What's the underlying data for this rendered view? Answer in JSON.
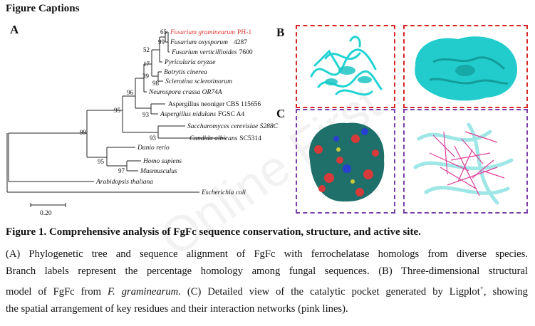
{
  "heading": "Figure Captions",
  "panels": {
    "a": "A",
    "b": "B",
    "c": "C"
  },
  "tree": {
    "taxa": {
      "fusarium_graminearum": "Fusarium graminearum",
      "fusarium_graminearum_strain": "PH-1",
      "fusarium_oxysporum": "Fusarium oxysporum",
      "fusarium_oxysporum_strain": "4287",
      "fusarium_verticillioides": "Fusarium verticillioides",
      "fusarium_verticillioides_strain": "7600",
      "pyricularia_oryzae": "Pyricularia oryzae",
      "botrytis_cinerea": "Botrytis cinerea",
      "sclerotinia": "Sclerotina sclerotinorum",
      "neurospora": "Neurospora crassa OR74A",
      "aspergillus_neoniger": "Aspergillus neoniger CBS 115656",
      "aspergillus_nidulans": "Aspergillus nidulans",
      "aspergillus_nidulans_strain": "FGSC A4",
      "saccharomyces": "Saccharomyces cerevisiae S288C",
      "candida": "Candida albicans",
      "candida_strain": "SC5314",
      "danio": "Danio rerio",
      "homo": "Homo sapiens",
      "mus": "Musmusculus",
      "arabidopsis": "Arabidopsis thaliana",
      "escherichia": "Escherichia coli"
    },
    "bootstrap": {
      "b65": "65",
      "b99a": "99",
      "b52": "52",
      "b17": "17",
      "b39": "39",
      "b98": "98",
      "b96": "96",
      "b95a": "95",
      "b93a": "93",
      "b99b": "99",
      "b93b": "93",
      "b95b": "95",
      "b97": "97"
    },
    "scale_label": "0.20"
  },
  "caption": {
    "title": "Figure 1. Comprehensive analysis of FgFc sequence conservation, structure, and active site.",
    "line1": "(A) Phylogenetic tree and sequence alignment of FgFc with ferrochelatase homologs from diverse species.",
    "line2": "Branch labels represent the percentage homology among fungal sequences. (B) Three-dimensional structural",
    "line3_pre": "model of FgFc from ",
    "line3_italic": "F. graminearum",
    "line3_post": ". (C) Detailed view of the catalytic pocket generated by Ligplot",
    "line3_sup": "+",
    "line3_end": ", showing",
    "line4": "the spatial arrangement of key residues and their interaction networks (pink lines)."
  },
  "watermark": "Online First",
  "colors": {
    "red_label": "#e03030",
    "cyan_model": "#1fd0d0",
    "teal_surface": "#1f6f6a",
    "pink_lines": "#e0409a"
  }
}
